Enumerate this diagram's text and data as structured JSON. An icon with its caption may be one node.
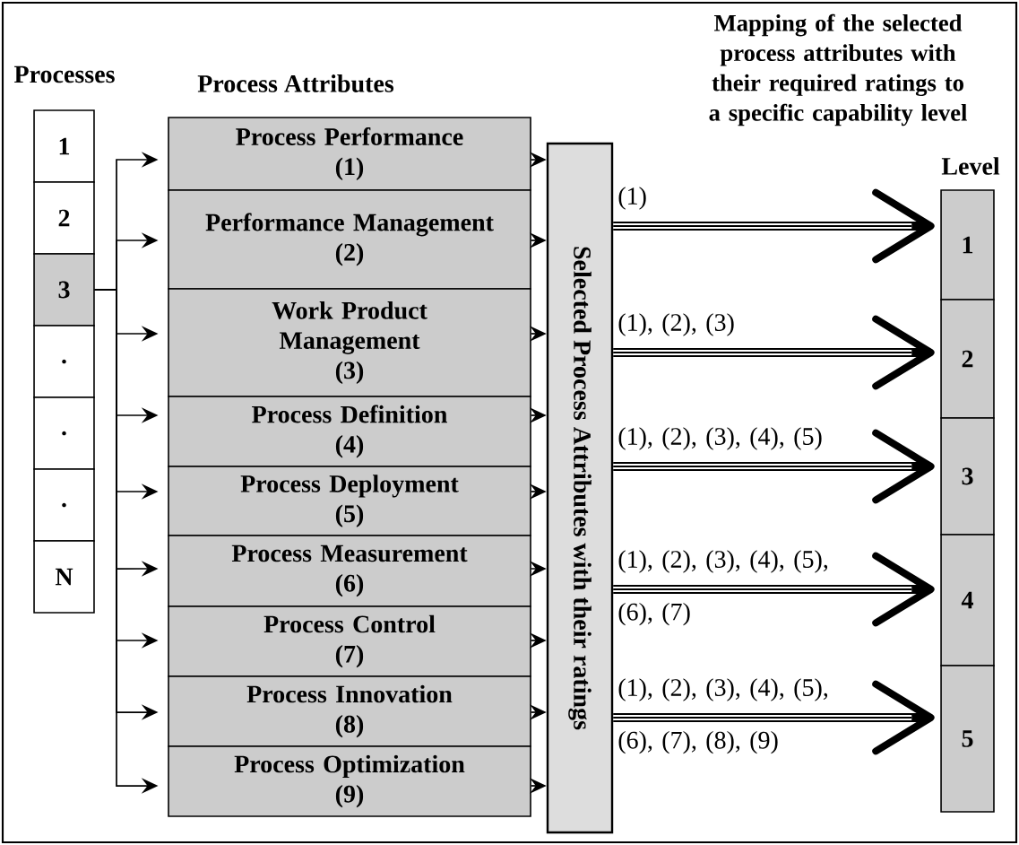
{
  "diagram": {
    "nodes": [
      {
        "text": [
          "1"
        ]
      },
      {
        "text": [
          "2"
        ]
      },
      {
        "text": [
          "3"
        ]
      },
      {
        "text": [
          "."
        ]
      },
      {
        "text": [
          "."
        ]
      },
      {
        "text": [
          "."
        ]
      },
      {
        "text": [
          "N"
        ]
      },
      {
        "text": [
          "Process Performance",
          "(1)"
        ]
      },
      {
        "text": [
          "Performance Management",
          "(2)"
        ]
      },
      {
        "text": [
          "Work Product Management",
          "(3)"
        ]
      },
      {
        "text": [
          "Process Definition",
          "(4)"
        ]
      },
      {
        "text": [
          "Process Deployment",
          "(5)"
        ]
      },
      {
        "text": [
          "Process Measurement",
          "(6)"
        ]
      },
      {
        "text": [
          "Process Control",
          "(7)"
        ]
      },
      {
        "text": [
          "Process Innovation",
          "(8)"
        ]
      },
      {
        "text": [
          "Process Optimization",
          "(9)"
        ]
      },
      {
        "text": [
          "Selected Process Attributes with their ratings"
        ]
      },
      {
        "text": [
          "1"
        ]
      },
      {
        "text": [
          "2"
        ]
      },
      {
        "text": [
          "3"
        ]
      },
      {
        "text": [
          "4"
        ]
      },
      {
        "text": [
          "5"
        ]
      }
    ],
    "edges": [
      {
        "from": 2,
        "to": 7,
        "arrow": "to"
      },
      {
        "from": 2,
        "to": 8,
        "arrow": "to"
      },
      {
        "from": 2,
        "to": 9,
        "arrow": "to"
      },
      {
        "from": 2,
        "to": 10,
        "arrow": "to"
      },
      {
        "from": 2,
        "to": 11,
        "arrow": "to"
      },
      {
        "from": 2,
        "to": 12,
        "arrow": "to"
      },
      {
        "from": 2,
        "to": 13,
        "arrow": "to"
      },
      {
        "from": 2,
        "to": 14,
        "arrow": "to"
      },
      {
        "from": 2,
        "to": 15,
        "arrow": "to"
      },
      {
        "from": 7,
        "to": 16,
        "arrow": "to"
      },
      {
        "from": 8,
        "to": 16,
        "arrow": "to"
      },
      {
        "from": 9,
        "to": 16,
        "arrow": "to"
      },
      {
        "from": 10,
        "to": 16,
        "arrow": "to"
      },
      {
        "from": 11,
        "to": 16,
        "arrow": "to"
      },
      {
        "from": 12,
        "to": 16,
        "arrow": "to"
      },
      {
        "from": 13,
        "to": 16,
        "arrow": "to"
      },
      {
        "from": 14,
        "to": 16,
        "arrow": "to"
      },
      {
        "from": 15,
        "to": 16,
        "arrow": "to"
      },
      {
        "from": 16,
        "to": 17,
        "arrow": "to",
        "label": "(1)",
        "style": "thick"
      },
      {
        "from": 16,
        "to": 18,
        "arrow": "to",
        "label": "(1), (2), (3)",
        "style": "thick"
      },
      {
        "from": 16,
        "to": 19,
        "arrow": "to",
        "label": "(1), (2), (3), (4), (5)",
        "style": "thick"
      },
      {
        "from": 16,
        "to": 20,
        "arrow": "to",
        "label": "(1), (2), (3), (4), (5), (6), (7)",
        "style": "thick"
      },
      {
        "from": 16,
        "to": 21,
        "arrow": "to",
        "label": "(1), (2), (3), (4), (5), (6), (7), (8), (9)",
        "style": "thick"
      }
    ],
    "labels": [
      "Mapping of the selected process attributes with their required ratings to a specific capability level",
      "Processes",
      "Process Attributes",
      "Level"
    ]
  }
}
